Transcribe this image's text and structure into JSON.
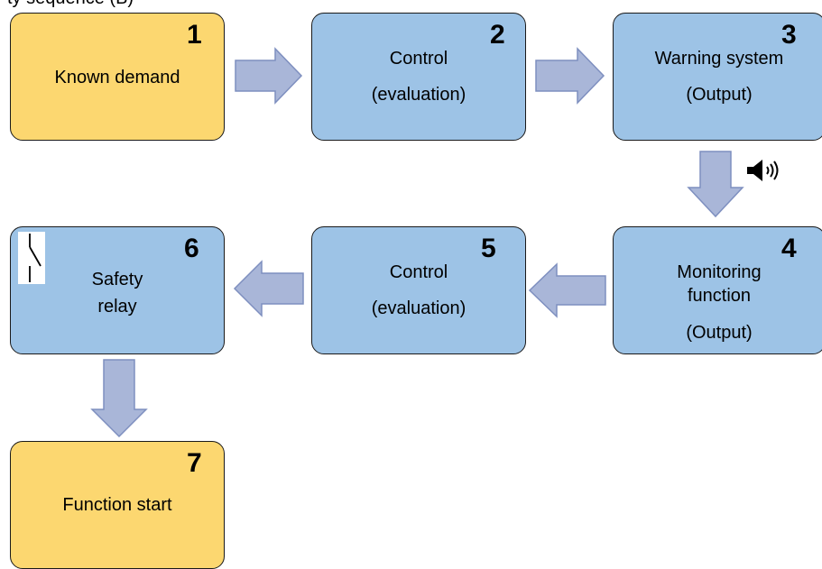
{
  "header": {
    "text": "ty sequence (B)"
  },
  "boxes": [
    {
      "num": "1",
      "lines": [
        "Known demand"
      ]
    },
    {
      "num": "2",
      "lines": [
        "Control",
        "(evaluation)"
      ]
    },
    {
      "num": "3",
      "lines": [
        "Warning system",
        "(Output)"
      ]
    },
    {
      "num": "4",
      "lines": [
        "Monitoring",
        "function",
        "(Output)"
      ]
    },
    {
      "num": "5",
      "lines": [
        "Control",
        "(evaluation)"
      ]
    },
    {
      "num": "6",
      "lines": [
        "Safety",
        "relay"
      ]
    },
    {
      "num": "7",
      "lines": [
        "Function start"
      ]
    }
  ],
  "colors": {
    "yellow": "#fcd770",
    "blue": "#9dc3e6",
    "arrow": "#a9b6d8",
    "arrow_stroke": "#7e8fbf"
  },
  "icons": [
    "speaker-icon",
    "relay-contact-icon"
  ]
}
